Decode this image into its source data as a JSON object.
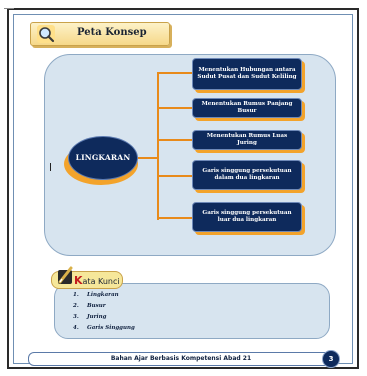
{
  "section": {
    "title": "Peta Konsep",
    "icon": "magnifier-icon"
  },
  "concept_map": {
    "center": "LINGKARAN",
    "branches": [
      "Menentukan Hubungan antara Sudut Pusat dan Sudut Keliling",
      "Menentukan Rumus Panjang Busur",
      "Menentukan Rumus Luas Juring",
      "Garis singgung persekutuan dalam dua lingkaran",
      "Garis singgung persekutuan luar dua lingkaran"
    ]
  },
  "keywords": {
    "title_initial": "K",
    "title_rest": "ata Kunci",
    "icon": "pen-icon",
    "items": [
      {
        "num": "1.",
        "text": "Lingkaran"
      },
      {
        "num": "2.",
        "text": "Busur"
      },
      {
        "num": "3.",
        "text": "Juring"
      },
      {
        "num": "4.",
        "text": "Garis Singgung"
      }
    ]
  },
  "footer": {
    "text": "Bahan Ajar Berbasis Kompetensi Abad 21",
    "page_number": "3"
  },
  "colors": {
    "navy": "#0e2a5c",
    "orange": "#f3a32b",
    "panel": "#d7e4ef"
  }
}
